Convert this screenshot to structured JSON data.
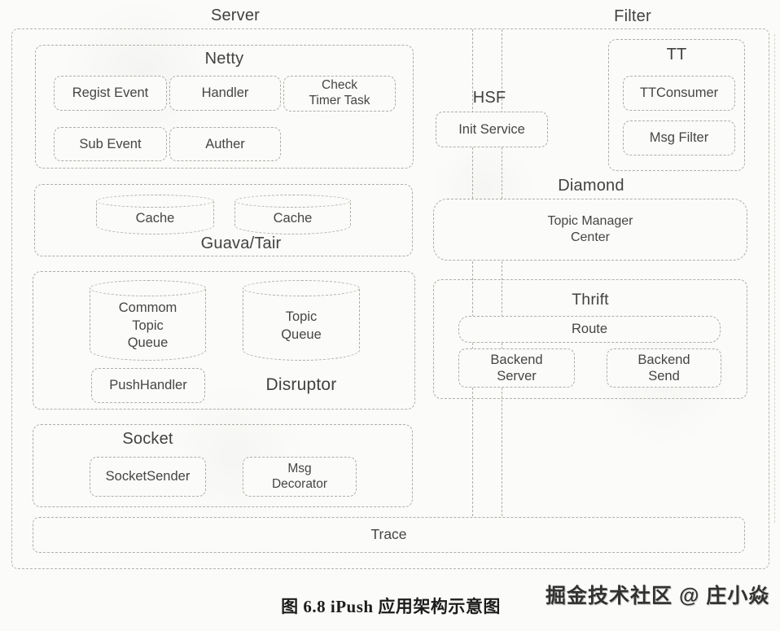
{
  "colors": {
    "paper": "#fbfbf9",
    "dash_line": "#b0ada7",
    "text": "#454545",
    "caption_text": "#1c1c1c",
    "watermark_text": "#323232"
  },
  "diagram": {
    "server_label": "Server",
    "filter_label": "Filter",
    "netty": {
      "title": "Netty",
      "regist_event": "Regist Event",
      "handler": "Handler",
      "check_timer_task": "Check\nTimer Task",
      "sub_event": "Sub Event",
      "auther": "Auther"
    },
    "guava": {
      "title": "Guava/Tair",
      "cache_left": "Cache",
      "cache_right": "Cache"
    },
    "disruptor": {
      "title": "Disruptor",
      "commom_topic_queue": "Commom\nTopic\nQueue",
      "topic_queue": "Topic\nQueue",
      "push_handler": "PushHandler"
    },
    "socket": {
      "title": "Socket",
      "socket_sender": "SocketSender",
      "msg_decorator": "Msg\nDecorator"
    },
    "hsf": {
      "title": "HSF",
      "init_service": "Init Service"
    },
    "tt": {
      "title": "TT",
      "tt_consumer": "TTConsumer",
      "msg_filter": "Msg Filter"
    },
    "diamond": {
      "title": "Diamond",
      "topic_manager_center": "Topic Manager\nCenter"
    },
    "thrift": {
      "title": "Thrift",
      "route": "Route",
      "backend_server": "Backend\nServer",
      "backend_send": "Backend\nSend"
    },
    "trace": {
      "title": "Trace"
    }
  },
  "footer": {
    "caption": "图 6.8  iPush 应用架构示意图",
    "watermark": "掘金技术社区 @ 庄小焱"
  }
}
